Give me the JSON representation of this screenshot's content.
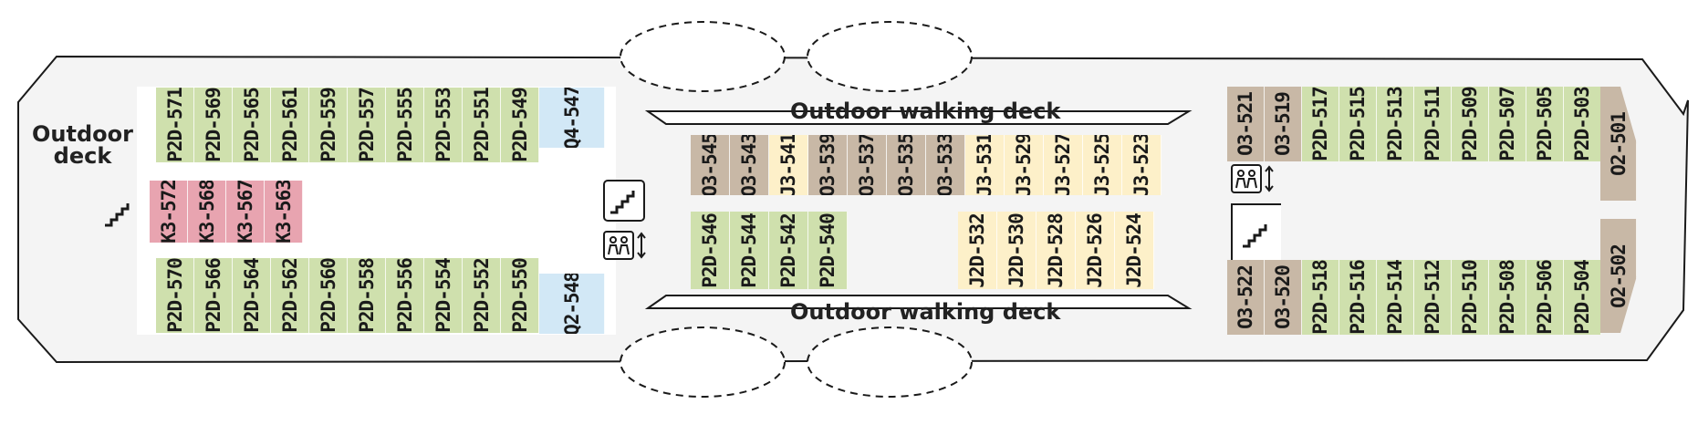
{
  "labels": {
    "outdoor_deck": "Outdoor\ndeck",
    "walking_top": "Outdoor walking deck",
    "walking_bottom": "Outdoor walking deck"
  },
  "colors": {
    "P2D": "#cfe0ad",
    "P2D_grey": "#c9d8b0",
    "Q": "#d2e8f6",
    "K3": "#e8a4b0",
    "O3": "#c8b8a6",
    "J3": "#fdf0c9",
    "J2D": "#fdf0c9",
    "deck": "#f4f4f4",
    "outline": "#1a1a1a"
  },
  "icons": [
    "stairs-icon",
    "elevator-icon"
  ],
  "cabins": {
    "left_top": [
      "P2D-571",
      "P2D-569",
      "P2D-565",
      "P2D-561",
      "P2D-559",
      "P2D-557",
      "P2D-555",
      "P2D-553",
      "P2D-551",
      "P2D-549"
    ],
    "left_top_q": "Q4-547",
    "left_mid": [
      "K3-572",
      "K3-568",
      "K3-567",
      "K3-563"
    ],
    "left_bottom": [
      "P2D-570",
      "P2D-566",
      "P2D-564",
      "P2D-562",
      "P2D-560",
      "P2D-558",
      "P2D-556",
      "P2D-554",
      "P2D-552",
      "P2D-550"
    ],
    "left_bottom_q": "Q2-548",
    "mid_top": [
      "O3-545",
      "O3-543",
      "J3-541",
      "O3-539",
      "O3-537",
      "O3-535",
      "O3-533",
      "J3-531",
      "J3-529",
      "J3-527",
      "J3-525",
      "J3-523"
    ],
    "mid_bottom_left": [
      "P2D-546",
      "P2D-544",
      "P2D-542",
      "P2D-540"
    ],
    "mid_bottom_right": [
      "J2D-532",
      "J2D-530",
      "J2D-528",
      "J2D-526",
      "J2D-524"
    ],
    "right_top": [
      "O3-521",
      "O3-519",
      "P2D-517",
      "P2D-515",
      "P2D-513",
      "P2D-511",
      "P2D-509",
      "P2D-507",
      "P2D-505",
      "P2D-503"
    ],
    "right_top_end": "O2-501",
    "right_bottom": [
      "O3-522",
      "O3-520",
      "P2D-518",
      "P2D-516",
      "P2D-514",
      "P2D-512",
      "P2D-510",
      "P2D-508",
      "P2D-506",
      "P2D-504"
    ],
    "right_bottom_end": "O2-502"
  }
}
